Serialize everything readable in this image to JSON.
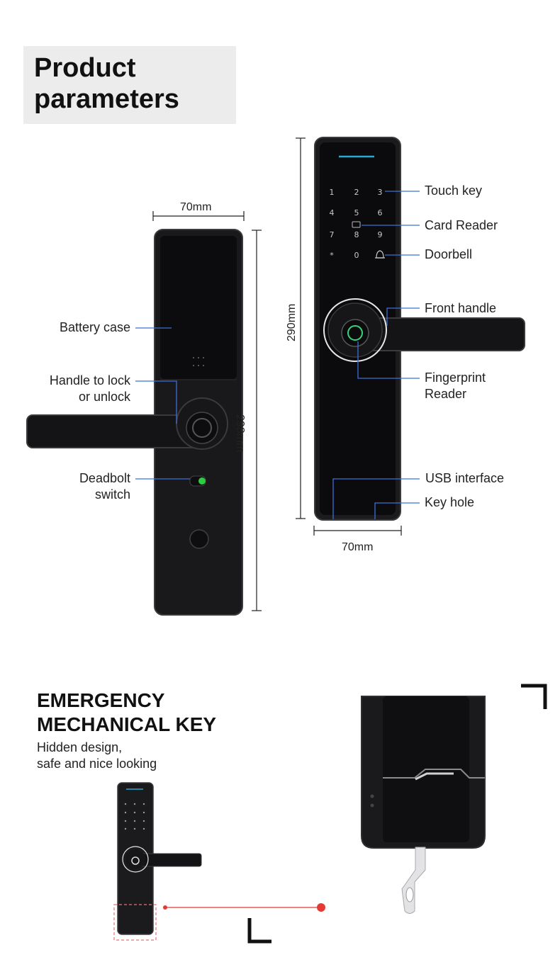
{
  "header": {
    "title_line1": "Product",
    "title_line2": "parameters"
  },
  "dimensions": {
    "left_width": "70mm",
    "left_height": "298mm",
    "right_height": "290mm",
    "right_width": "70mm"
  },
  "left_callouts": {
    "battery_case": "Battery case",
    "handle_lock_1": "Handle to lock",
    "handle_lock_2": "or unlock",
    "deadbolt_1": "Deadbolt",
    "deadbolt_2": "switch"
  },
  "right_callouts": {
    "touch_key": "Touch key",
    "card_reader": "Card Reader",
    "doorbell": "Doorbell",
    "front_handle": "Front handle",
    "fingerprint_1": "Fingerprint",
    "fingerprint_2": "Reader",
    "usb": "USB interface",
    "key_hole": "Key hole"
  },
  "keypad": [
    "1",
    "2",
    "3",
    "4",
    "5",
    "6",
    "7",
    "8",
    "9",
    "*",
    "0",
    "bell"
  ],
  "emergency": {
    "title_line1": "EMERGENCY",
    "title_line2": "MECHANICAL KEY",
    "sub_line1": "Hidden design,",
    "sub_line2": "safe and nice looking"
  },
  "colors": {
    "callout_line": "#3d6fd6",
    "lock_body": "#1b1b1d",
    "accent_red": "#e53935",
    "title_bg": "#ececec"
  }
}
